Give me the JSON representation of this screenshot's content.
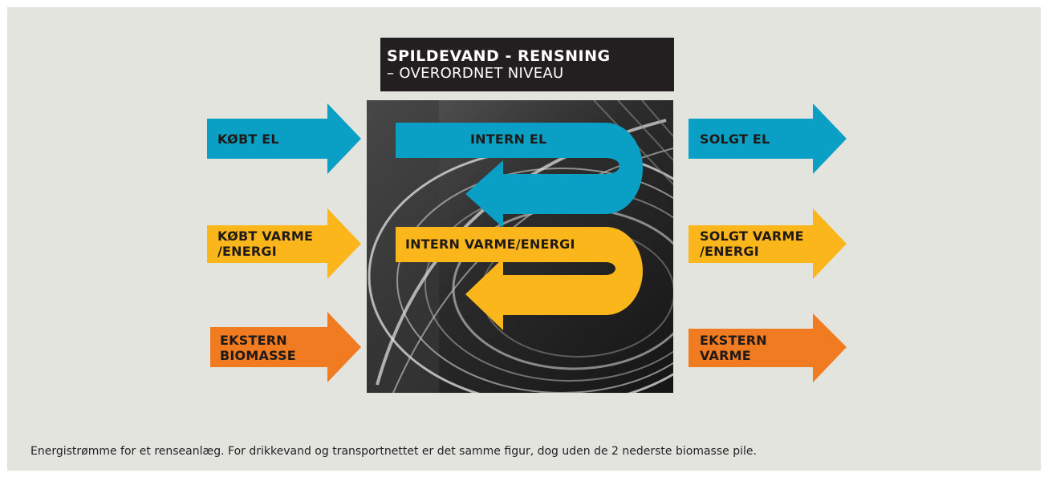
{
  "title": {
    "main": "SPILDEVAND - RENSNING",
    "sub": "– OVERORDNET NIVEAU"
  },
  "inputs": {
    "el": "KØBT EL",
    "varme_line1": "KØBT VARME",
    "varme_line2": "/ENERGI",
    "biomasse_line1": "EKSTERN",
    "biomasse_line2": "BIOMASSE"
  },
  "internal": {
    "el": "INTERN EL",
    "varme": "INTERN VARME/ENERGI"
  },
  "outputs": {
    "el": "SOLGT EL",
    "varme_line1": "SOLGT VARME",
    "varme_line2": "/ENERGI",
    "varme_ext_line1": "EKSTERN",
    "varme_ext_line2": "VARME"
  },
  "caption": "Energistrømme for et renseanlæg. For drikkevand og transportnettet er det samme figur, dog uden de 2 nederste biomasse pile.",
  "colors": {
    "el": "#0a9fc4",
    "varme": "#fbb61b",
    "biomasse": "#f07b21",
    "background": "#e4e4df",
    "title_box": "#231f20"
  }
}
